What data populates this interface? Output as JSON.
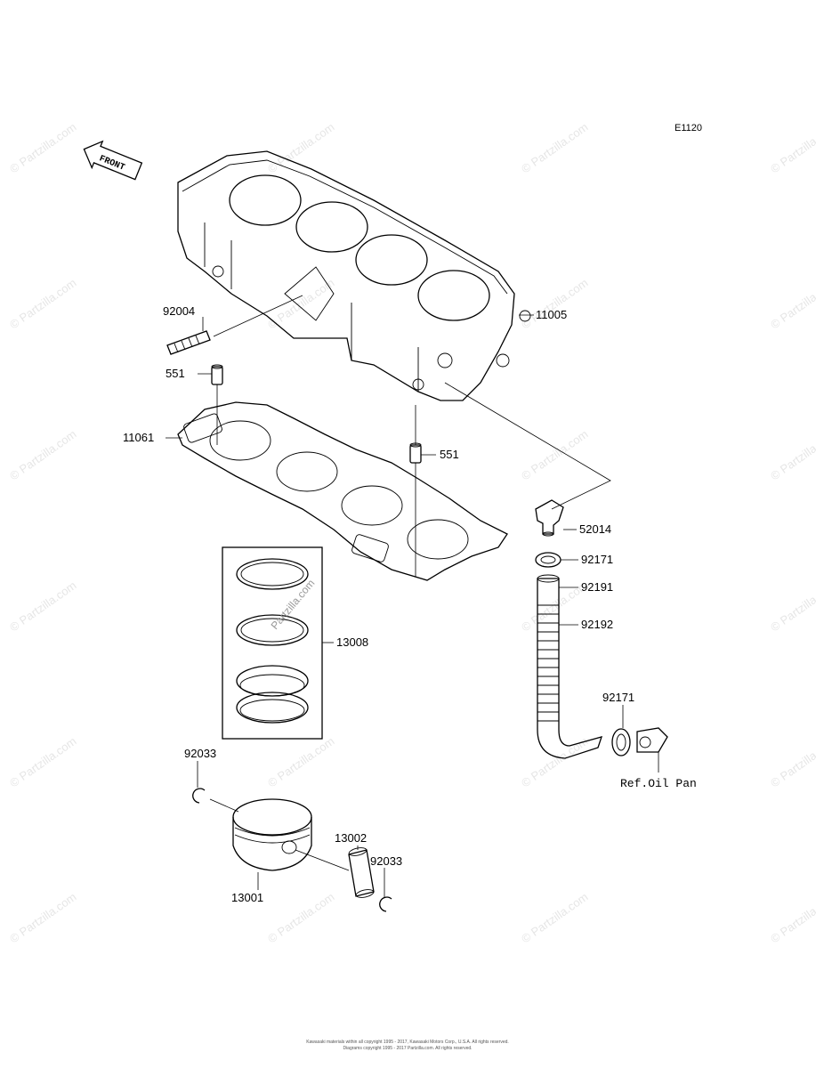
{
  "diagram_code": "E1120",
  "front_label": "FRONT",
  "ref_label": "Ref.Oil Pan",
  "watermark": "© Partzilla.com",
  "inline_watermark": "Partzilla.com",
  "copyright_line1": "Kawasaki materials within all copyright 1995 - 2017, Kawasaki Motors Corp., U.S.A. All rights reserved.",
  "copyright_line2": "Diagrams copyright 1995 - 2017 Partzilla.com. All rights reserved.",
  "parts": {
    "p11005": "11005",
    "p92004": "92004",
    "p551a": "551",
    "p11061": "11061",
    "p551b": "551",
    "p52014": "52014",
    "p92171a": "92171",
    "p92191": "92191",
    "p92192": "92192",
    "p13008": "13008",
    "p92171b": "92171",
    "p92033a": "92033",
    "p13002": "13002",
    "p92033b": "92033",
    "p13001": "13001"
  }
}
